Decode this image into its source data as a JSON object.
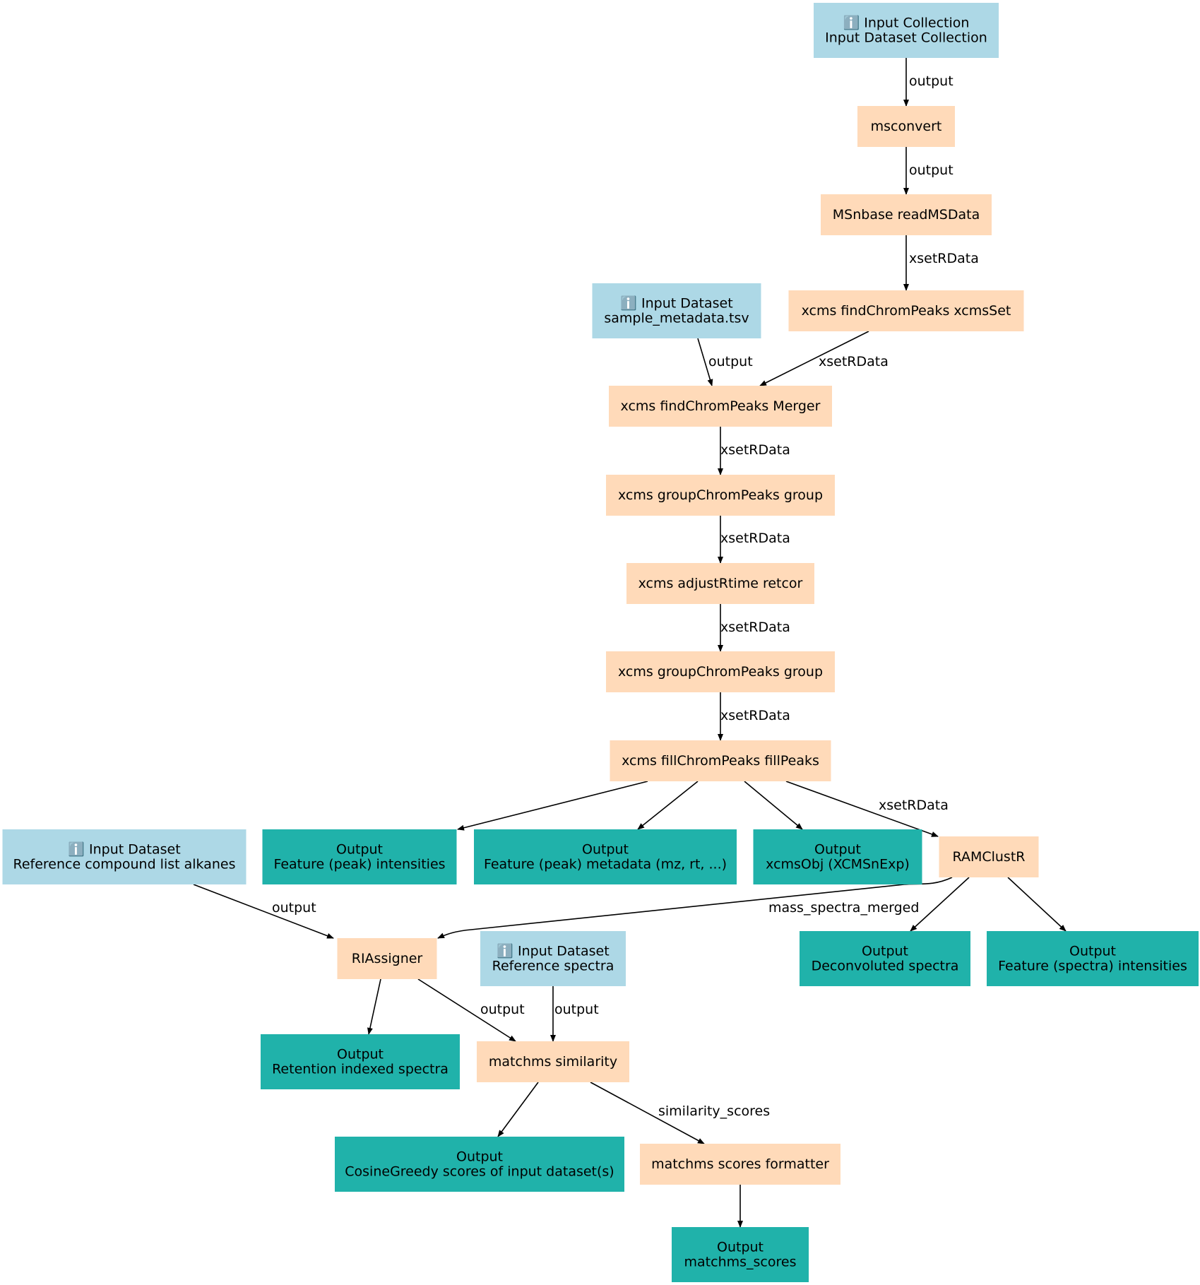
{
  "colors": {
    "input": "#add8e6",
    "tool": "#ffdab9",
    "output": "#20b2aa",
    "edge": "#000000"
  },
  "nodes": [
    {
      "id": "in_collection",
      "kind": "input",
      "lines": [
        "ℹ️ Input Collection",
        "Input Dataset Collection"
      ]
    },
    {
      "id": "msconvert",
      "kind": "tool",
      "lines": [
        "msconvert"
      ]
    },
    {
      "id": "msnbase",
      "kind": "tool",
      "lines": [
        "MSnbase readMSData"
      ]
    },
    {
      "id": "xcms_xcmsset",
      "kind": "tool",
      "lines": [
        "xcms findChromPeaks xcmsSet"
      ]
    },
    {
      "id": "in_sample_metadata",
      "kind": "input",
      "lines": [
        "ℹ️ Input Dataset",
        "sample_metadata.tsv"
      ]
    },
    {
      "id": "xcms_merger",
      "kind": "tool",
      "lines": [
        "xcms findChromPeaks Merger"
      ]
    },
    {
      "id": "xcms_group1",
      "kind": "tool",
      "lines": [
        "xcms groupChromPeaks group"
      ]
    },
    {
      "id": "xcms_retcor",
      "kind": "tool",
      "lines": [
        "xcms adjustRtime retcor"
      ]
    },
    {
      "id": "xcms_group2",
      "kind": "tool",
      "lines": [
        "xcms groupChromPeaks group"
      ]
    },
    {
      "id": "xcms_fillpeaks",
      "kind": "tool",
      "lines": [
        "xcms fillChromPeaks fillPeaks"
      ]
    },
    {
      "id": "in_alkanes",
      "kind": "input",
      "lines": [
        "ℹ️ Input Dataset",
        "Reference compound list alkanes"
      ]
    },
    {
      "id": "out_peak_intensities",
      "kind": "output",
      "lines": [
        "Output",
        "Feature (peak) intensities"
      ]
    },
    {
      "id": "out_peak_metadata",
      "kind": "output",
      "lines": [
        "Output",
        "Feature (peak) metadata (mz, rt, ...)"
      ]
    },
    {
      "id": "out_xcmsobj",
      "kind": "output",
      "lines": [
        "Output",
        "xcmsObj (XCMSnExp)"
      ]
    },
    {
      "id": "ramclustr",
      "kind": "tool",
      "lines": [
        "RAMClustR"
      ]
    },
    {
      "id": "riassigner",
      "kind": "tool",
      "lines": [
        "RIAssigner"
      ]
    },
    {
      "id": "in_ref_spectra",
      "kind": "input",
      "lines": [
        "ℹ️ Input Dataset",
        "Reference spectra"
      ]
    },
    {
      "id": "out_deconvoluted",
      "kind": "output",
      "lines": [
        "Output",
        "Deconvoluted spectra"
      ]
    },
    {
      "id": "out_spectra_intensities",
      "kind": "output",
      "lines": [
        "Output",
        "Feature (spectra) intensities"
      ]
    },
    {
      "id": "out_ri_spectra",
      "kind": "output",
      "lines": [
        "Output",
        "Retention indexed spectra"
      ]
    },
    {
      "id": "matchms_similarity",
      "kind": "tool",
      "lines": [
        "matchms similarity"
      ]
    },
    {
      "id": "out_cosine",
      "kind": "output",
      "lines": [
        "Output",
        "CosineGreedy scores of input dataset(s)"
      ]
    },
    {
      "id": "matchms_formatter",
      "kind": "tool",
      "lines": [
        "matchms scores formatter"
      ]
    },
    {
      "id": "out_matchms_scores",
      "kind": "output",
      "lines": [
        "Output",
        "matchms_scores"
      ]
    }
  ],
  "edges": [
    {
      "from": "in_collection",
      "to": "msconvert",
      "label": "output"
    },
    {
      "from": "msconvert",
      "to": "msnbase",
      "label": "output"
    },
    {
      "from": "msnbase",
      "to": "xcms_xcmsset",
      "label": "xsetRData"
    },
    {
      "from": "in_sample_metadata",
      "to": "xcms_merger",
      "label": "output"
    },
    {
      "from": "xcms_xcmsset",
      "to": "xcms_merger",
      "label": "xsetRData"
    },
    {
      "from": "xcms_merger",
      "to": "xcms_group1",
      "label": "xsetRData"
    },
    {
      "from": "xcms_group1",
      "to": "xcms_retcor",
      "label": "xsetRData"
    },
    {
      "from": "xcms_retcor",
      "to": "xcms_group2",
      "label": "xsetRData"
    },
    {
      "from": "xcms_group2",
      "to": "xcms_fillpeaks",
      "label": "xsetRData"
    },
    {
      "from": "xcms_fillpeaks",
      "to": "out_peak_intensities",
      "label": ""
    },
    {
      "from": "xcms_fillpeaks",
      "to": "out_peak_metadata",
      "label": ""
    },
    {
      "from": "xcms_fillpeaks",
      "to": "out_xcmsobj",
      "label": ""
    },
    {
      "from": "xcms_fillpeaks",
      "to": "ramclustr",
      "label": "xsetRData"
    },
    {
      "from": "in_alkanes",
      "to": "riassigner",
      "label": "output"
    },
    {
      "from": "ramclustr",
      "to": "riassigner",
      "label": "mass_spectra_merged"
    },
    {
      "from": "ramclustr",
      "to": "out_deconvoluted",
      "label": ""
    },
    {
      "from": "ramclustr",
      "to": "out_spectra_intensities",
      "label": ""
    },
    {
      "from": "riassigner",
      "to": "out_ri_spectra",
      "label": ""
    },
    {
      "from": "riassigner",
      "to": "matchms_similarity",
      "label": "output"
    },
    {
      "from": "in_ref_spectra",
      "to": "matchms_similarity",
      "label": "output"
    },
    {
      "from": "matchms_similarity",
      "to": "out_cosine",
      "label": ""
    },
    {
      "from": "matchms_similarity",
      "to": "matchms_formatter",
      "label": "similarity_scores"
    },
    {
      "from": "matchms_formatter",
      "to": "out_matchms_scores",
      "label": ""
    }
  ]
}
